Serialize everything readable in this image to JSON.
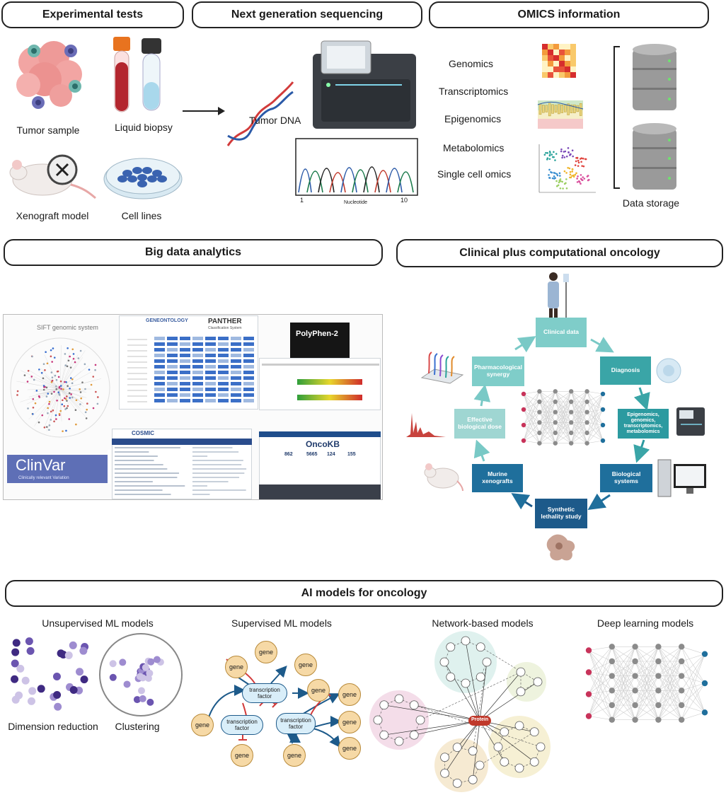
{
  "headers": {
    "experimental": "Experimental tests",
    "ngs": "Next generation sequencing",
    "omics": "OMICS information",
    "bigdata": "Big data analytics",
    "clinical": "Clinical plus computational oncology",
    "ai": "AI models for oncology"
  },
  "experimental": {
    "tumor_sample": "Tumor sample",
    "liquid_biopsy": "Liquid biopsy",
    "xenograft": "Xenograft model",
    "cell_lines": "Cell lines"
  },
  "ngs": {
    "tumor_dna": "Tumor DNA",
    "x_label": "Nucleotide",
    "x_start": "1",
    "x_end": "10"
  },
  "omics": {
    "items": [
      "Genomics",
      "Transcriptomics",
      "Epigenomics",
      "Metabolomics",
      "Single cell omics"
    ],
    "storage": "Data storage"
  },
  "bigdata": {
    "sift": "SIFT genomic system",
    "panther": "PANTHER",
    "panther_sub": "Classification System",
    "geneontology": "GENEONTOLOGY",
    "polyphen": "PolyPhen-2",
    "clinvar": "ClinVar",
    "clinvar_sub": "Clinically relevant Variation",
    "cosmic": "COSMIC",
    "oncokb": "OncoKB",
    "oncokb_stats": [
      "862",
      "5665",
      "124",
      "155"
    ]
  },
  "clinical": {
    "boxes": {
      "clinical_data": "Clinical data",
      "diagnosis": "Diagnosis",
      "epigenomics": "Epigenomics, genomics, transcriptomics, metabolomics",
      "biological_systems": "Biological systems",
      "synthetic_lethality": "Synthetic lethality study",
      "murine_xenografts": "Murine xenografts",
      "effective_dose": "Effective biological dose",
      "pharmacological": "Pharmacological synergy"
    },
    "colors": {
      "light": "#7fcdc9",
      "mid": "#3aa5a7",
      "dark": "#1f6f9c",
      "navy": "#1d5a8a",
      "pale": "#9fd6d2",
      "arrow": "#2c9aa0"
    }
  },
  "ai": {
    "unsupervised": "Unsupervised ML models",
    "supervised": "Supervised ML models",
    "network": "Network-based models",
    "deep": "Deep learning models",
    "dimension_reduction": "Dimension reduction",
    "clustering": "Clustering",
    "gene": "gene",
    "transcription_factor": "transcription factor",
    "protein": "Protein"
  }
}
